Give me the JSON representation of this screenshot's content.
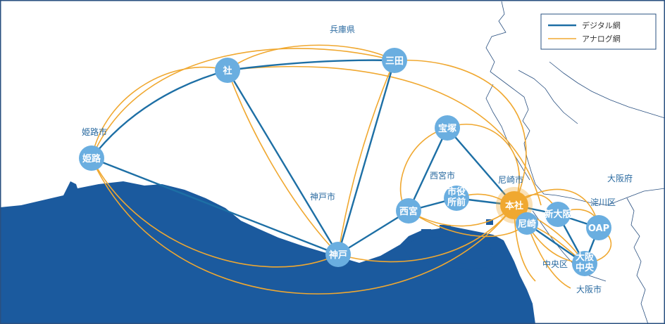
{
  "legend": {
    "digital_label": "デジタル網",
    "analog_label": "アナログ網",
    "digital_color": "#1d6fa5",
    "analog_color": "#f0a830"
  },
  "regions": {
    "hyogo": "兵庫県",
    "himeji_city": "姫路市",
    "kobe_city": "神戸市",
    "nishinomiya_city": "西宮市",
    "amagasaki_city": "尼崎市",
    "osaka_pref": "大阪府",
    "yodogawa_ku": "淀川区",
    "chuo_ku": "中央区",
    "osaka_city": "大阪市"
  },
  "nodes": {
    "sha": "社",
    "sanda": "三田",
    "himeji": "姫路",
    "takarazuka": "宝塚",
    "nishinomiya": "西宮",
    "shiyakusho_1": "市役",
    "shiyakusho_2": "所前",
    "kobe": "神戸",
    "honsha": "本社",
    "amagasaki": "尼崎",
    "shinosaka": "新大阪",
    "oap": "OAP",
    "osaka_chuo_1": "大阪",
    "osaka_chuo_2": "中央"
  },
  "colors": {
    "sea": "#1b5a9e",
    "node": "#6aaee0",
    "hq": "#f0a830",
    "border": "#2a5080"
  }
}
